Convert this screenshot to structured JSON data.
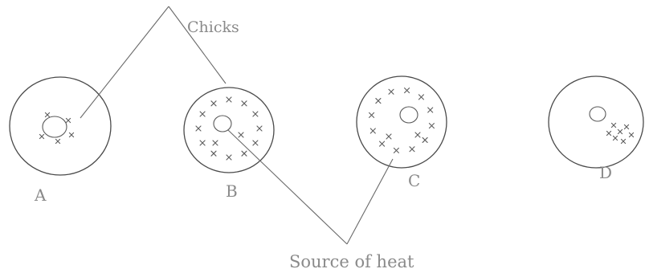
{
  "diagram": {
    "callout_chicks": "Chicks",
    "callout_heat_source": "Source of heat",
    "panels": [
      {
        "label": "A",
        "chicks": "few, huddled closely around the heat source"
      },
      {
        "label": "B",
        "chicks": "evenly spread around the heat source"
      },
      {
        "label": "C",
        "chicks": "evenly spread around the heat source"
      },
      {
        "label": "D",
        "chicks": "bunched together on one side"
      }
    ]
  },
  "colors": {
    "line": "#4a4a4a",
    "text": "#8a8a8a",
    "background": "#ffffff"
  }
}
